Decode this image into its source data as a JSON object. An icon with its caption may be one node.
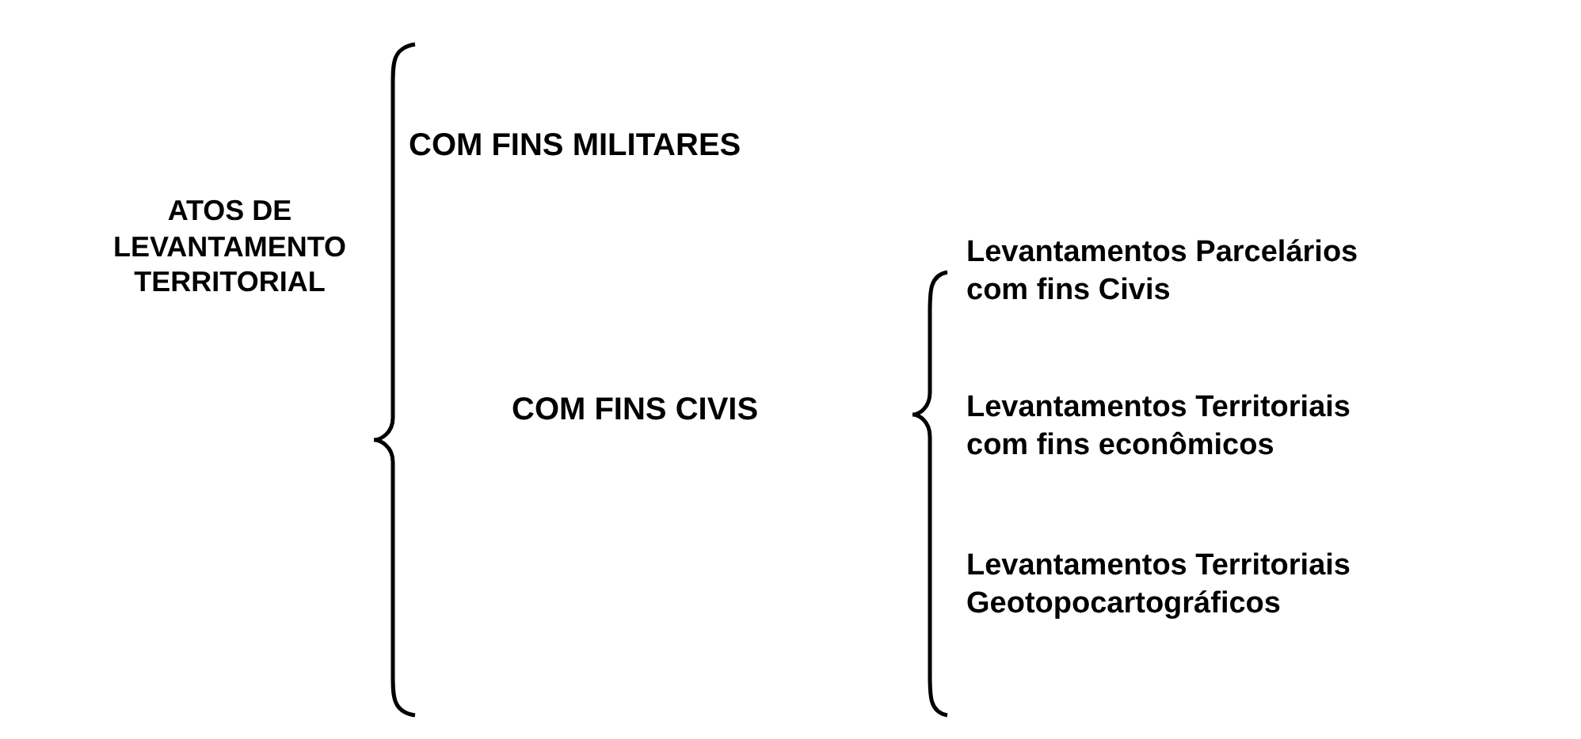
{
  "diagram": {
    "labels": [
      "ATOS DE LEVANTAMENTO TERRITORIAL",
      "COM FINS MILITARES",
      "COM FINS CIVIS",
      "Levantamentos Parcelários com fins Civis",
      "Levantamentos Territoriais com fins econômicos",
      "Levantamentos Territoriais Geotopocartográficos"
    ]
  }
}
